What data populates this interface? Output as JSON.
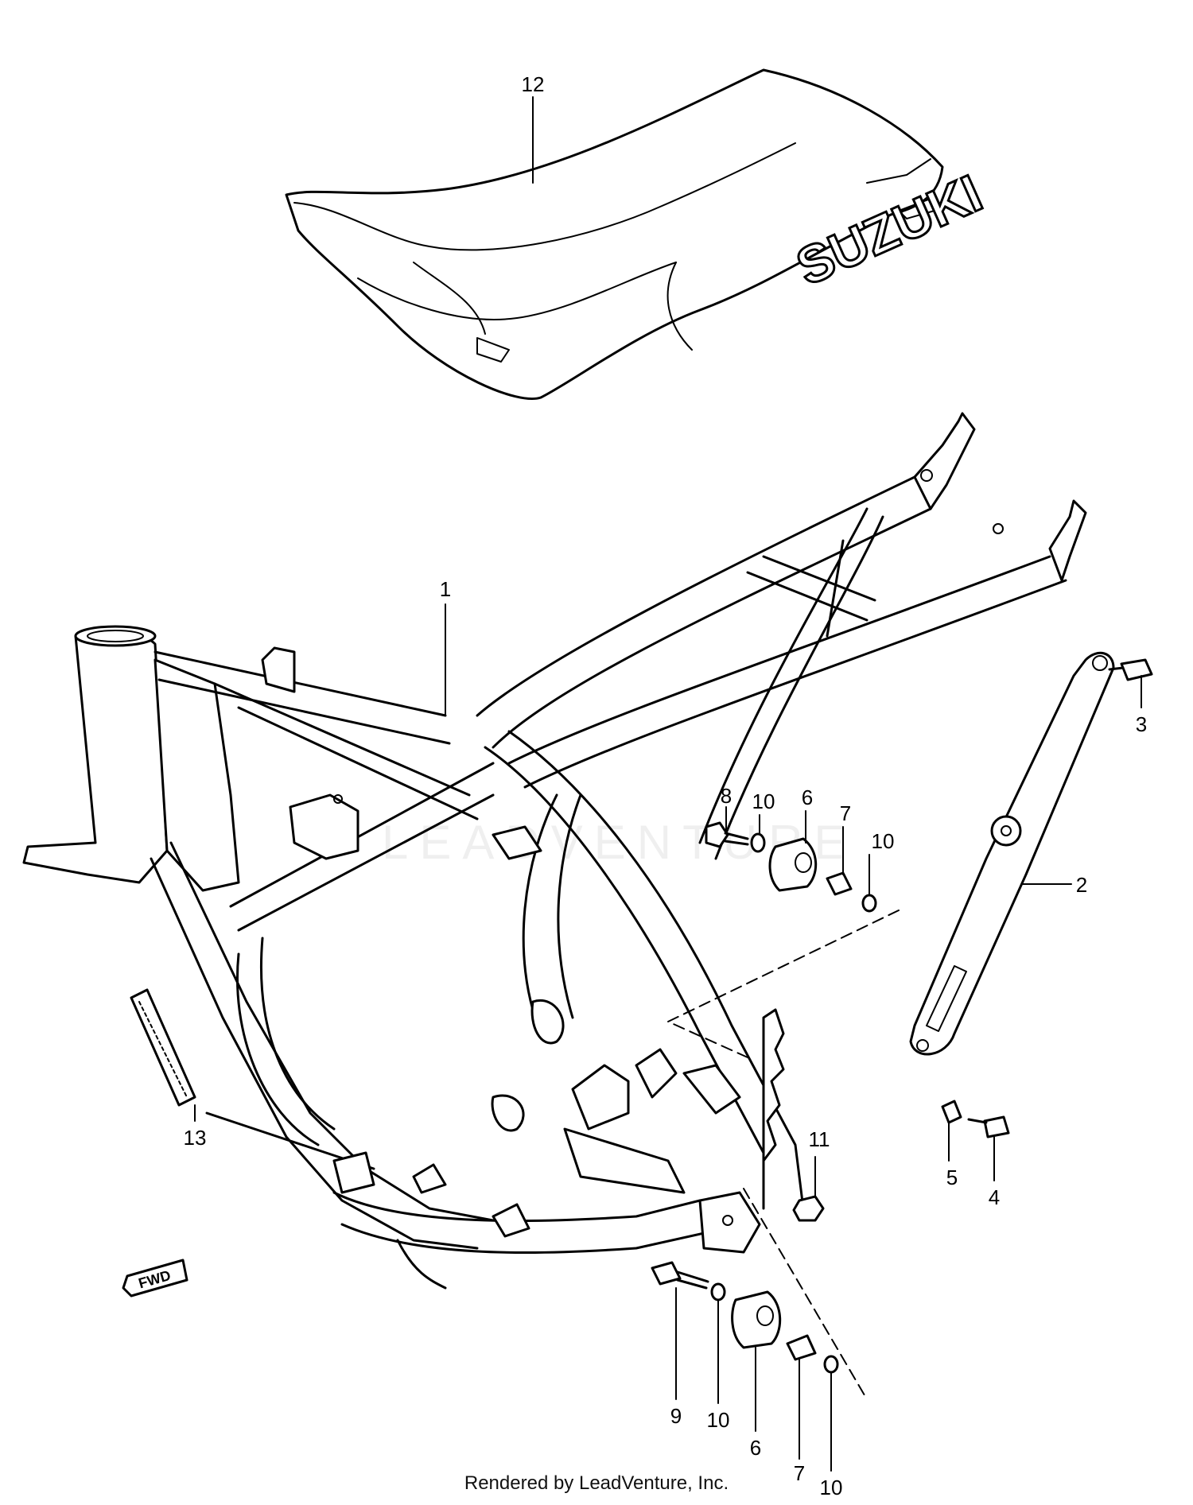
{
  "diagram": {
    "callouts": [
      {
        "id": "12",
        "label": "12"
      },
      {
        "id": "1",
        "label": "1"
      },
      {
        "id": "3",
        "label": "3"
      },
      {
        "id": "8",
        "label": "8"
      },
      {
        "id": "10a",
        "label": "10"
      },
      {
        "id": "6a",
        "label": "6"
      },
      {
        "id": "7a",
        "label": "7"
      },
      {
        "id": "10b",
        "label": "10"
      },
      {
        "id": "2",
        "label": "2"
      },
      {
        "id": "13",
        "label": "13"
      },
      {
        "id": "11",
        "label": "11"
      },
      {
        "id": "5",
        "label": "5"
      },
      {
        "id": "4",
        "label": "4"
      },
      {
        "id": "9",
        "label": "9"
      },
      {
        "id": "10c",
        "label": "10"
      },
      {
        "id": "6b",
        "label": "6"
      },
      {
        "id": "7b",
        "label": "7"
      },
      {
        "id": "10d",
        "label": "10"
      }
    ],
    "seat_logo": "SUZUKI",
    "fwd_label": "FWD",
    "watermark": "LEADVENTURE"
  },
  "footer": {
    "text": "Rendered by LeadVenture, Inc."
  }
}
